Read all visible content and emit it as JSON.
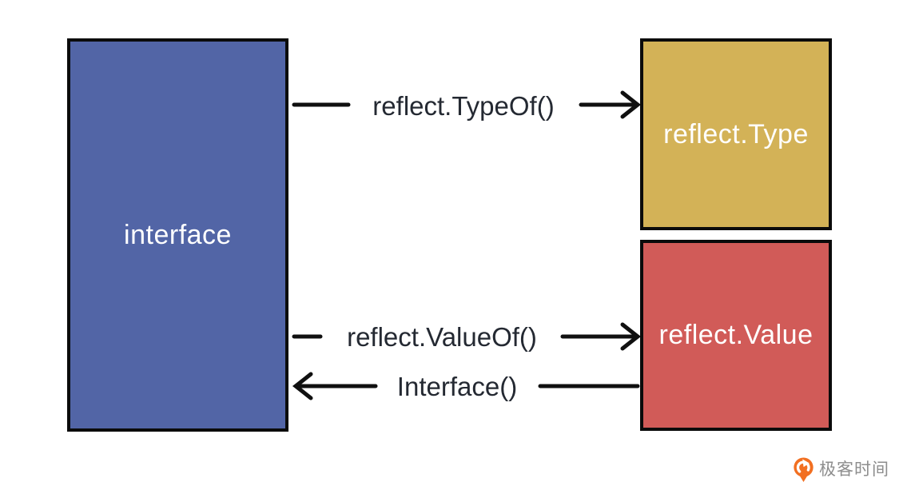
{
  "diagram": {
    "interface_box": {
      "label": "interface",
      "color": "#5265a6"
    },
    "type_box": {
      "label": "reflect.Type",
      "color": "#d3b257"
    },
    "value_box": {
      "label": "reflect.Value",
      "color": "#d15b58"
    },
    "arrows": {
      "typeof": {
        "label": "reflect.TypeOf()",
        "direction": "right",
        "from": "interface",
        "to": "reflect.Type"
      },
      "valueof": {
        "label": "reflect.ValueOf()",
        "direction": "right",
        "from": "interface",
        "to": "reflect.Value"
      },
      "interface_call": {
        "label": "Interface()",
        "direction": "left",
        "from": "reflect.Value",
        "to": "interface"
      }
    },
    "line_color": "#101010",
    "text_color": "#242932"
  },
  "branding": {
    "logo_text": "极客时间",
    "logo_color": "#f26f21",
    "text_color": "#8d8d8d"
  }
}
